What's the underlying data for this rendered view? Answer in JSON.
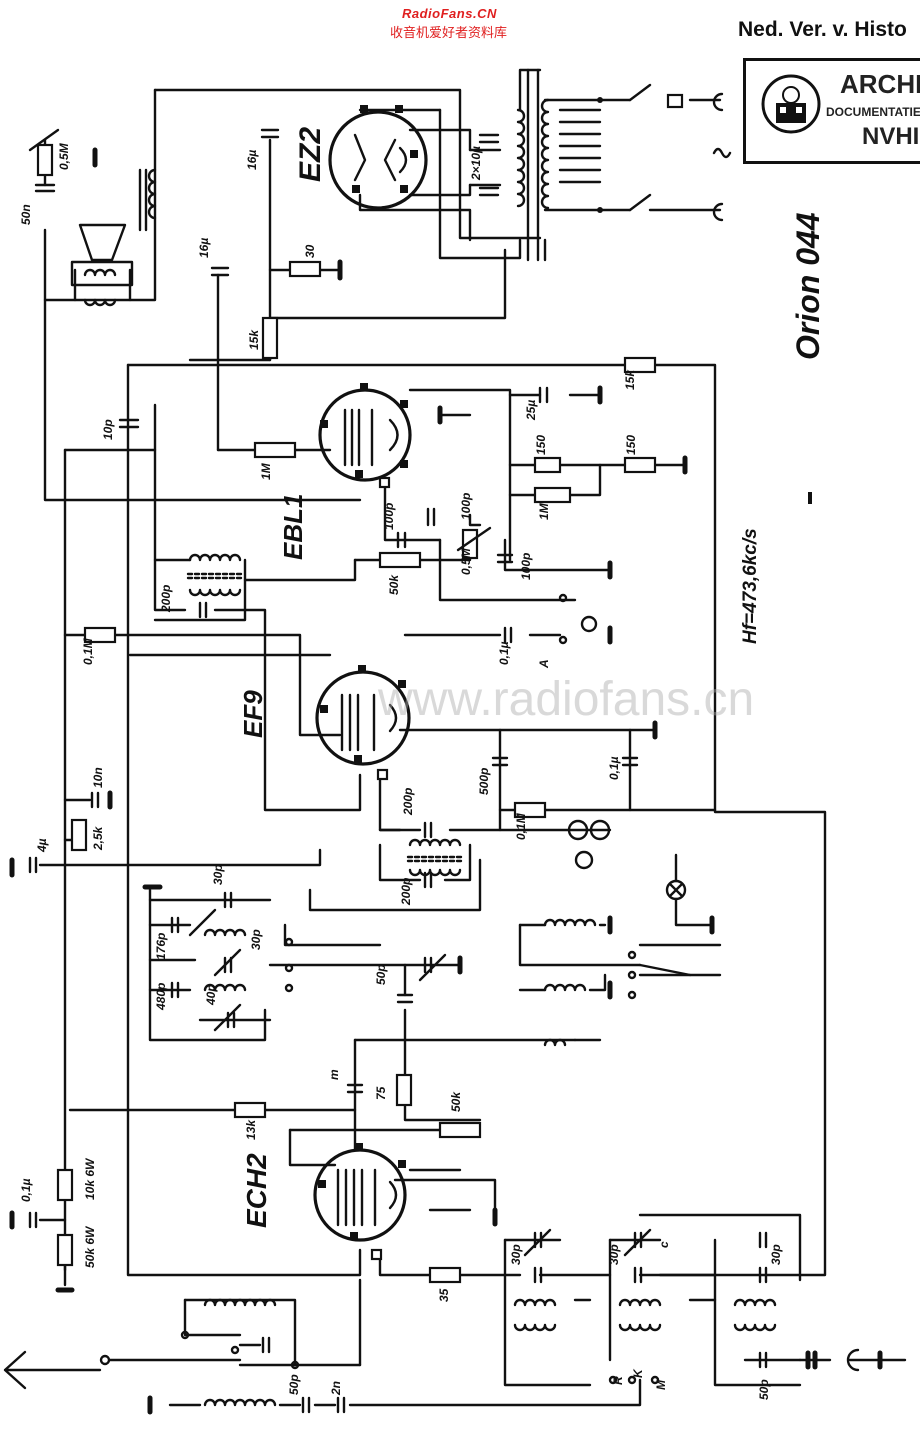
{
  "header": {
    "site": "RadioFans.CN",
    "site_cn": "收音机爱好者资料库",
    "organization": "Ned. Ver. v. Histo",
    "watermark": "www.radiofans.cn"
  },
  "stamp": {
    "line1": "ARCHII",
    "line2": "DOCUMENTATIE",
    "line3": "NVHI"
  },
  "title": {
    "model": "Orion 044",
    "if_frequency": "Hf=473,6kc/s"
  },
  "tubes": {
    "rectifier": "EZ2",
    "output": "EBL1",
    "if_amp": "EF9",
    "mixer": "ECH2"
  },
  "labels": {
    "c_50n": "50n",
    "pot_05m_top": "0,5M",
    "c_16u_a": "16µ",
    "c_16u_b": "16µ",
    "c_2x10u": "2×10µ",
    "r_30": "30",
    "r_15k": "15k",
    "r_15k_right": "15k",
    "c_10p": "10p",
    "r_1m_grid": "1M",
    "c_25u": "25µ",
    "r_150_a": "150",
    "r_150_b": "150",
    "r_1m_ebl": "1M",
    "c_100p_a": "100p",
    "c_100p_b": "100p",
    "c_100p_c": "100p",
    "pot_05m": "0,5M",
    "r_50k": "50k",
    "c_200p_a": "200p",
    "r_01m": "0,1M",
    "c_01u_a": "0,1µ",
    "sw_a": "A",
    "c_500p": "500p",
    "c_01u_b": "0,1µ",
    "c_200p_b": "200p",
    "r_01m_b": "0,1M",
    "c_10n": "10n",
    "r_25k": "2,5k",
    "c_4u": "4µ",
    "c_200p_c": "200p",
    "c_30p_a": "30p",
    "c_176p": "176p",
    "c_30p_b": "30p",
    "c_480p": "480p",
    "c_40p": "40p",
    "c_50p": "50p",
    "c_m": "m",
    "r_75": "75",
    "r_50k_b": "50k",
    "r_13k": "13k",
    "c_01u_c": "0,1µ",
    "r_10k_6w": "10k 6W",
    "r_50k_6w": "50k 6W",
    "c_30p_c": "30p",
    "c_30p_d": "30p",
    "c_30p_e": "30p",
    "r_35": "35",
    "c_50p_b": "50p",
    "c_50p_c": "50p",
    "c_2n": "2n",
    "sw_r": "R",
    "sw_k": "K",
    "sw_m": "M",
    "sw_c": "c"
  }
}
